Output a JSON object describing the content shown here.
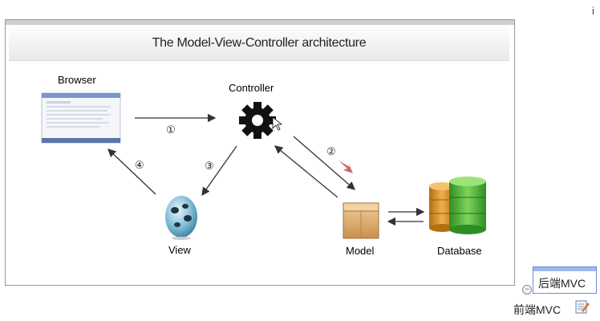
{
  "title": "The Model-View-Controller architecture",
  "nodes": {
    "browser": "Browser",
    "controller": "Controller",
    "view": "View",
    "model": "Model",
    "database": "Database"
  },
  "arrows": {
    "a1": "①",
    "a2": "②",
    "a3": "③",
    "a4": "④"
  },
  "side_panel": {
    "tag1": "后端MVC",
    "tag2": "前端MVC",
    "corner": "i"
  },
  "colors": {
    "gear": "#111111",
    "db_orange": "#d98c1a",
    "db_green": "#3fa82f",
    "model_box": "#e2b47a",
    "egg": "#5fa7c8",
    "pink_arrow": "#c96a6a"
  }
}
